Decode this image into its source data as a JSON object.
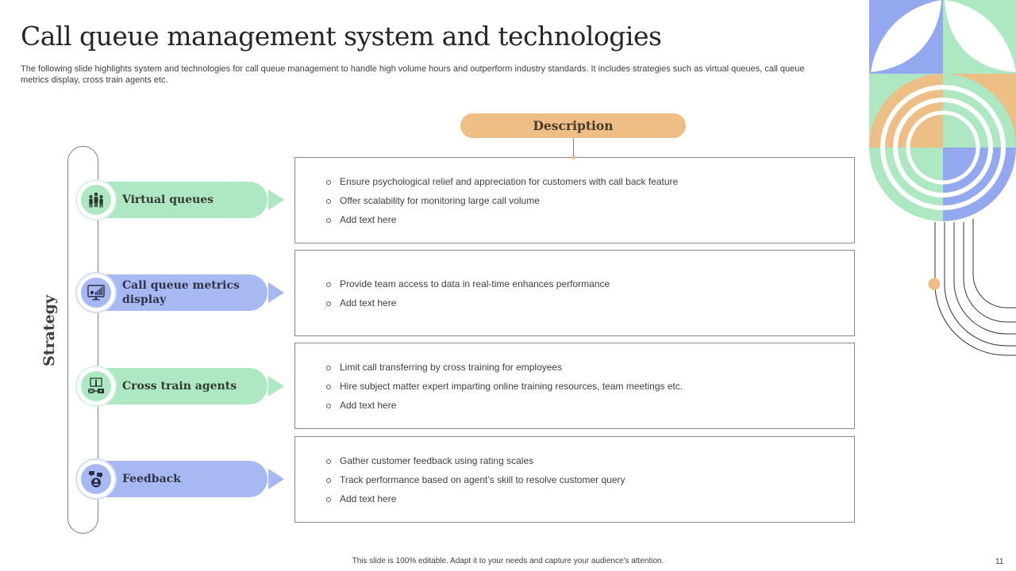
{
  "slide": {
    "title": "Call queue management system and technologies",
    "subtitle": "The following slide highlights system and technologies for call queue management to handle high volume hours and outperform industry standards. It includes strategies such as virtual queues, call queue metrics display, cross train agents etc.",
    "strategy_label": "Strategy",
    "description_header": "Description",
    "footer_note": "This slide is 100% editable. Adapt it to your needs and capture your audience's attention.",
    "page_number": "11"
  },
  "colors": {
    "green": "#ade8c2",
    "blue": "#a8b8f2",
    "orange": "#edbe85",
    "border": "#8a8a8a"
  },
  "strategies": [
    {
      "label": "Virtual queues",
      "icon": "people-group-icon",
      "color": "green",
      "points": [
        "Ensure psychological relief and appreciation for customers with call back feature",
        "Offer scalability for monitoring large call volume",
        "Add text here"
      ]
    },
    {
      "label": "Call queue metrics display",
      "icon": "monitor-chart-icon",
      "color": "blue",
      "points": [
        "Provide team access to data in real-time enhances performance",
        "Add text here"
      ]
    },
    {
      "label": "Cross train agents",
      "icon": "training-board-icon",
      "color": "green",
      "points": [
        "Limit call transferring by cross training for employees",
        "Hire subject matter expert imparting online training resources, team meetings etc.",
        "Add text here"
      ]
    },
    {
      "label": "Feedback",
      "icon": "feedback-person-icon",
      "color": "blue",
      "points": [
        "Gather customer feedback using rating scales",
        "Track performance based on agent’s skill to resolve customer query",
        "Add text here"
      ]
    }
  ]
}
